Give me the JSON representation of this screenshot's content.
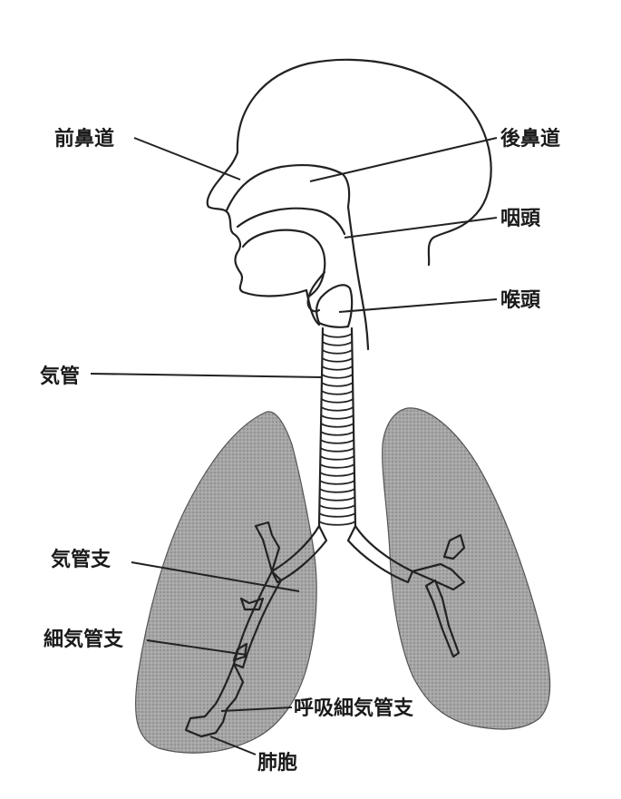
{
  "labels": {
    "anterior_nasal": "前鼻道",
    "posterior_nasal": "後鼻道",
    "pharynx": "咽頭",
    "larynx": "喉頭",
    "trachea": "気管",
    "bronchus": "気管支",
    "bronchiole": "細気管支",
    "respiratory_bronchiole": "呼吸細気管支",
    "alveolus": "肺胞"
  },
  "colors": {
    "lung_fill": "#9a9a9a",
    "line": "#222222",
    "background": "#ffffff"
  }
}
